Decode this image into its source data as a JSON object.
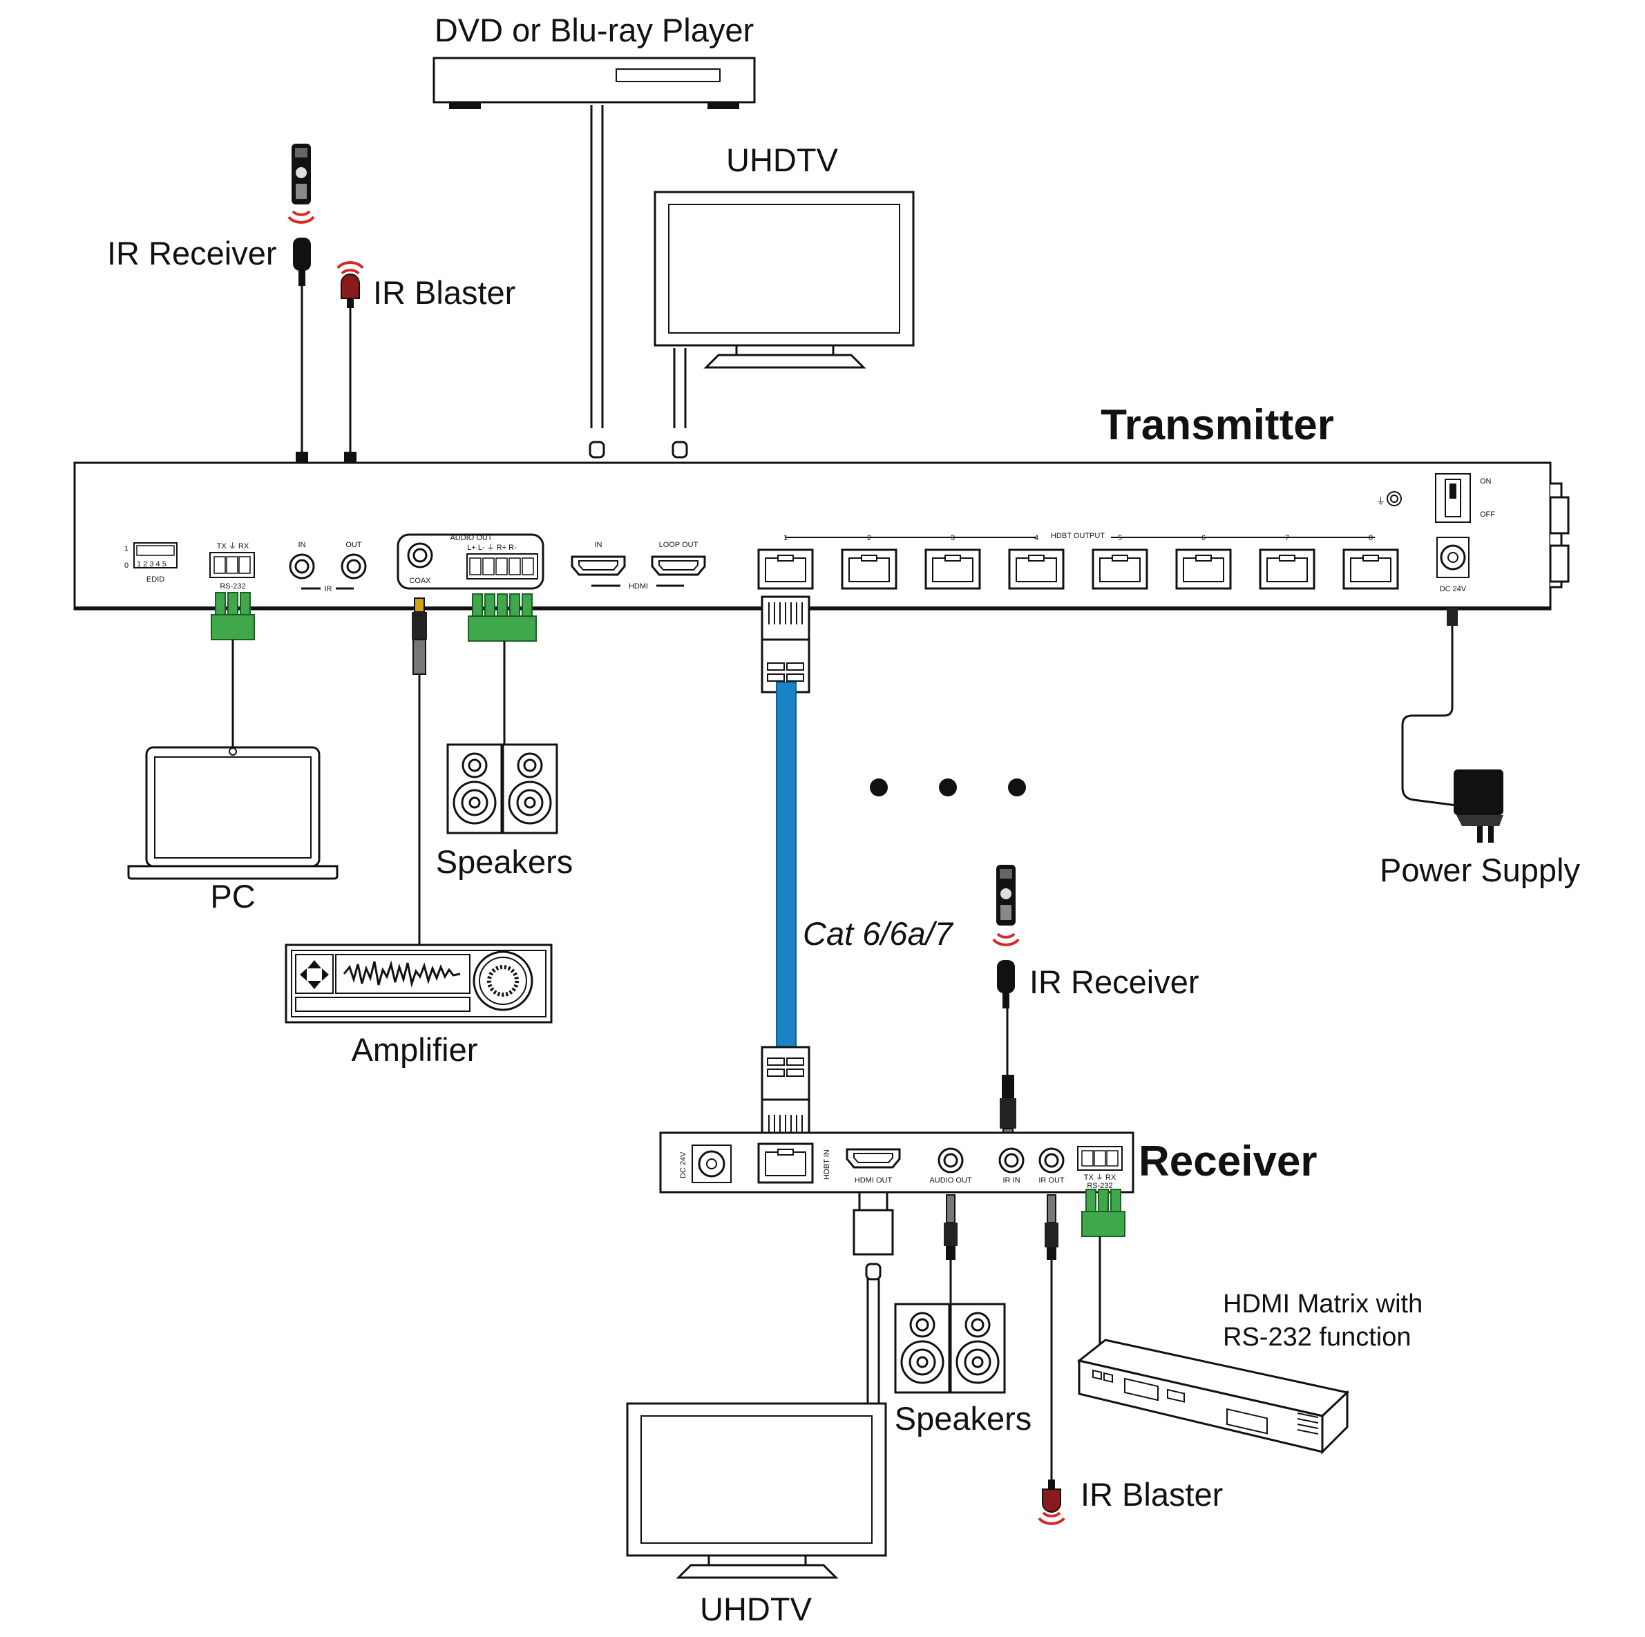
{
  "devices": {
    "source_player": "DVD or Blu-ray Player",
    "display_top": "UHDTV",
    "display_bottom": "UHDTV",
    "transmitter": "Transmitter",
    "receiver": "Receiver",
    "ir_receiver_tx": "IR Receiver",
    "ir_blaster_tx": "IR Blaster",
    "ir_receiver_rx": "IR Receiver",
    "ir_blaster_rx": "IR Blaster",
    "pc": "PC",
    "speakers_tx": "Speakers",
    "speakers_rx": "Speakers",
    "amplifier": "Amplifier",
    "power_supply": "Power Supply",
    "matrix_line1": "HDMI Matrix with",
    "matrix_line2": "RS-232 function",
    "cable_type": "Cat 6/6a/7"
  },
  "transmitter_panel": {
    "edid": "EDID",
    "edid_one": "1",
    "edid_zero": "0",
    "edid_switch_numbers": "1 2 3 4 5",
    "rs232_pins": "TX  ⏚  RX",
    "rs232": "RS-232",
    "ir_in": "IN",
    "ir_out": "OUT",
    "ir": "IR",
    "audio_out": "AUDIO OUT",
    "audio_pins": "L+  L-  ⏚  R+  R-",
    "coax": "COAX",
    "hdmi_in": "IN",
    "hdmi_loop_out": "LOOP OUT",
    "hdmi": "HDMI",
    "hdbt_output": "HDBT OUTPUT",
    "port_numbers": [
      "1",
      "2",
      "3",
      "4",
      "5",
      "6",
      "7",
      "8"
    ],
    "ground": "⏚",
    "power_on": "ON",
    "power_off": "OFF",
    "dc": "DC 24V"
  },
  "receiver_panel": {
    "dc": "DC 24V",
    "hdbt_in": "HDBT IN",
    "hdmi_out": "HDMI OUT",
    "audio_out": "AUDIO OUT",
    "ir_in": "IR IN",
    "ir_out": "IR OUT",
    "rs232_pins": "TX  ⏚  RX",
    "rs232": "RS-232"
  },
  "colors": {
    "cat_cable": "#1b82c6",
    "terminal_green": "#3fa84a",
    "ir_signal_red": "#d62a2a",
    "ir_blaster_body": "#8b1a1a"
  }
}
